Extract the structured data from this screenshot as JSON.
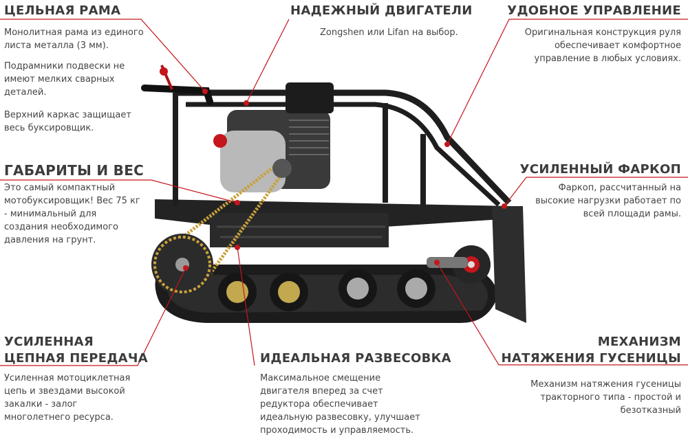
{
  "colors": {
    "accent": "#c4161c",
    "heading": "#3c3c3c",
    "text": "#444444"
  },
  "frame": {
    "title": "ЦЕЛЬНАЯ РАМА",
    "p1": "Монолитная рама из единого листа металла (3 мм).",
    "p2": "Подрамники подвески не имеют мелких сварных деталей.",
    "p3": "Верхний каркас защищает весь буксировщик."
  },
  "engine": {
    "title": "НАДЕЖНЫЙ ДВИГАТЕЛИ",
    "text": "Zongshen или Lifan на выбор."
  },
  "control": {
    "title": "УДОБНОЕ УПРАВЛЕНИЕ",
    "text": "Оригинальная конструкция руля обеспечивает комфортное управление в любых условиях."
  },
  "size": {
    "title": "ГАБАРИТЫ И ВЕС",
    "text": "Это самый компактный мотобуксировщик! Вес 75 кг - минимальный для создания необходимого давления на грунт."
  },
  "hitch": {
    "title": "УСИЛЕННЫЙ ФАРКОП",
    "text": "Фаркоп, рассчитанный на высокие нагрузки работает по всей площади рамы."
  },
  "chain": {
    "title_1": "УСИЛЕННАЯ",
    "title_2": "ЦЕПНАЯ ПЕРЕДАЧА",
    "text": "Усиленная мотоциклетная цепь и звездами высокой закалки - залог многолетнего ресурса."
  },
  "balance": {
    "title": "ИДЕАЛЬНАЯ РАЗВЕСОВКА",
    "text": "Максимальное смещение двигателя вперед за счет редуктора обеспечивает идеальную развесовку, улучшает проходимость и управляемость."
  },
  "tension": {
    "title_1": "МЕХАНИЗМ",
    "title_2": "НАТЯЖЕНИЯ ГУСЕНИЦЫ",
    "text": "Механизм натяжения гусеницы тракторного типа - простой и безотказный"
  }
}
